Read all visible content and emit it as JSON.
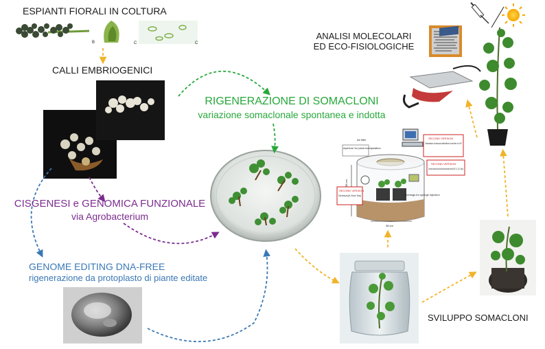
{
  "labels": {
    "explants": "ESPIANTI FIORALI IN COLTURA",
    "calli": "CALLI EMBRIOGENICI",
    "regen_title": "RIGENERAZIONE DI SOMACLONI",
    "regen_sub": "variazione somaclonale spontanea e indotta",
    "cis_title": "CISGENESI e GENOMICA FUNZIONALE",
    "cis_sub": "via Agrobacterium",
    "ge_title": "GENOME EDITING DNA-FREE",
    "ge_sub": "rigenerazione da protoplasto di piante editate",
    "analisi_1": "ANALISI MOLECOLARI",
    "analisi_2": "ED ECO-FISIOLOGICHE",
    "sviluppo": "SVILUPPO SOMACLONI"
  },
  "photo_letters": {
    "b": "B",
    "c1": "C",
    "c2": "C"
  },
  "chamber": {
    "air_filter": "Air filter",
    "aperture": "Aperture for plant manipulation",
    "second_pc_title": "SECOND VERSION",
    "second_pc_text": "Transmission of data and notifications in real time to a PC",
    "second_ctrl_title": "SECOND VERSION",
    "second_ctrl_text": "Control electronic board and environmental sensors (RH, O₂, CO₂, Temp)",
    "second_soil_title": "SECOND VERSION",
    "second_soil_text": "Soil sensors (pH, Wcont, Temp)",
    "openings": "Openings for syringe injection",
    "dim_height": "38 cm",
    "dim_width": "38 cm"
  },
  "colors": {
    "green": "#27a83a",
    "purple": "#7b2c8f",
    "blue": "#3a78b5",
    "orange": "#f0b42a"
  }
}
